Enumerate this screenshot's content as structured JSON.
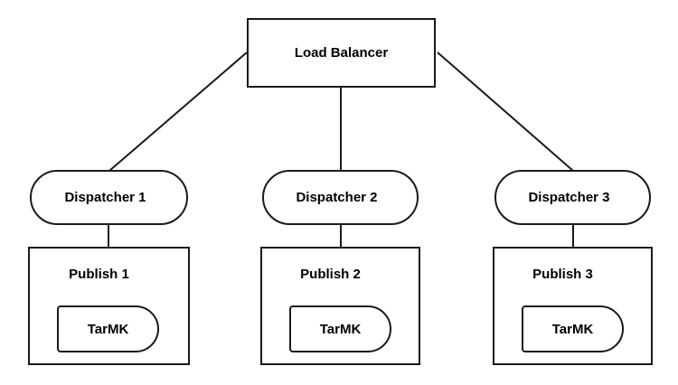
{
  "diagram": {
    "load_balancer": {
      "label": "Load Balancer"
    },
    "dispatchers": [
      {
        "label": "Dispatcher 1"
      },
      {
        "label": "Dispatcher 2"
      },
      {
        "label": "Dispatcher 3"
      }
    ],
    "publishers": [
      {
        "label": "Publish 1",
        "storage": "TarMK"
      },
      {
        "label": "Publish 2",
        "storage": "TarMK"
      },
      {
        "label": "Publish 3",
        "storage": "TarMK"
      }
    ],
    "colors": {
      "stroke": "#1a1a1a",
      "background": "#ffffff",
      "text": "#000000"
    }
  }
}
